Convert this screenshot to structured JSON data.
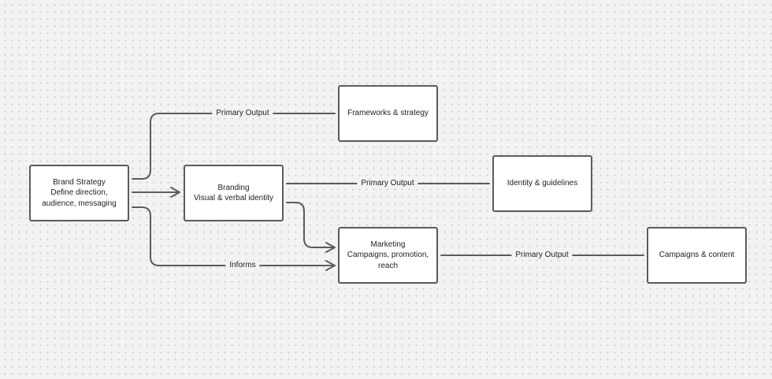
{
  "nodes": {
    "brand_strategy": {
      "title": "Brand Strategy",
      "line2": "Define direction,",
      "line3": "audience, messaging"
    },
    "branding": {
      "title": "Branding",
      "line2": "Visual & verbal identity"
    },
    "marketing": {
      "title": "Marketing",
      "line2": "Campaigns, promotion,",
      "line3": "reach"
    },
    "frameworks": {
      "title": "Frameworks & strategy"
    },
    "identity": {
      "title": "Identity & guidelines"
    },
    "campaigns": {
      "title": "Campaigns & content"
    }
  },
  "edges": {
    "strategy_output": "Primary Output",
    "branding_output": "Primary Output",
    "marketing_output": "Primary Output",
    "informs": "Informs"
  },
  "colors": {
    "canvas": "#f3f3f3",
    "dots": "#c9c9c9",
    "stroke": "#5c5c5c",
    "node_fill": "#ffffff",
    "text": "#1e1e1e"
  }
}
